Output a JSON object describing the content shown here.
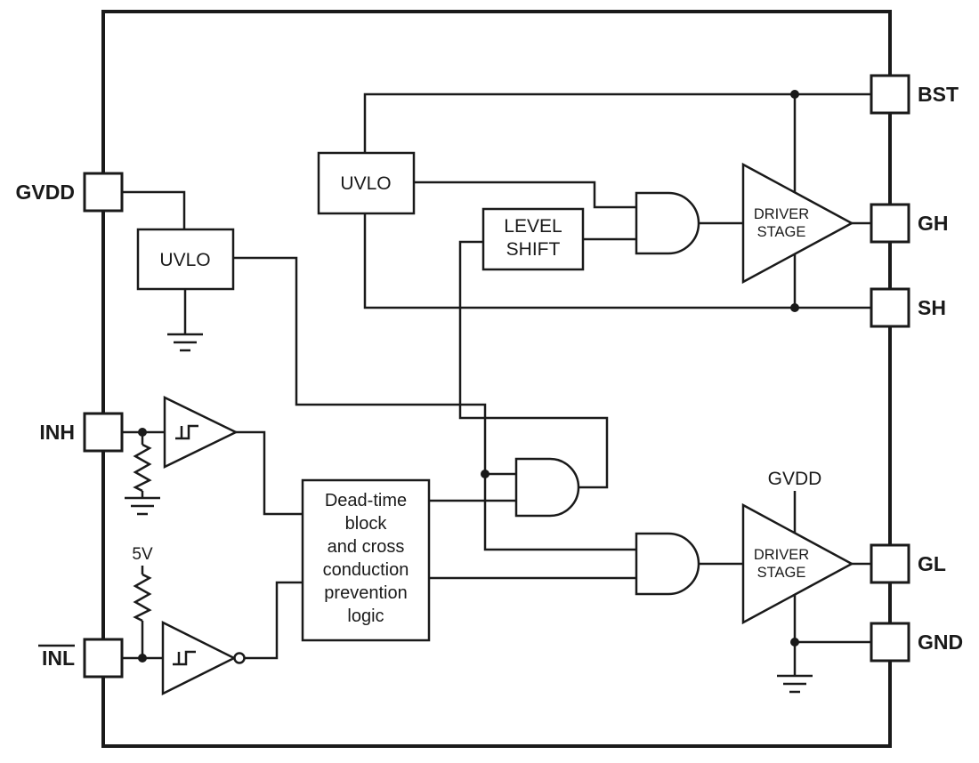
{
  "diagram": {
    "type": "functional-block-diagram",
    "background": "#ffffff",
    "line_color": "#1a1a1a",
    "pins": {
      "left": [
        {
          "name": "GVDD",
          "overline": false
        },
        {
          "name": "INH",
          "overline": false
        },
        {
          "name": "INL",
          "overline": true
        }
      ],
      "right": [
        {
          "name": "BST"
        },
        {
          "name": "GH"
        },
        {
          "name": "SH"
        },
        {
          "name": "GL"
        },
        {
          "name": "GND"
        }
      ]
    },
    "blocks": {
      "uvlo_top": "UVLO",
      "uvlo_left": "UVLO",
      "level_shift": [
        "LEVEL",
        "SHIFT"
      ],
      "deadtime_lines": [
        "Dead-time",
        "block",
        "and cross",
        "conduction",
        "prevention",
        "logic"
      ],
      "driver_top": [
        "DRIVER",
        "STAGE"
      ],
      "driver_bottom": [
        "DRIVER",
        "STAGE"
      ]
    },
    "labels": {
      "gvdd_internal": "GVDD",
      "supply_5v": "5V"
    }
  }
}
